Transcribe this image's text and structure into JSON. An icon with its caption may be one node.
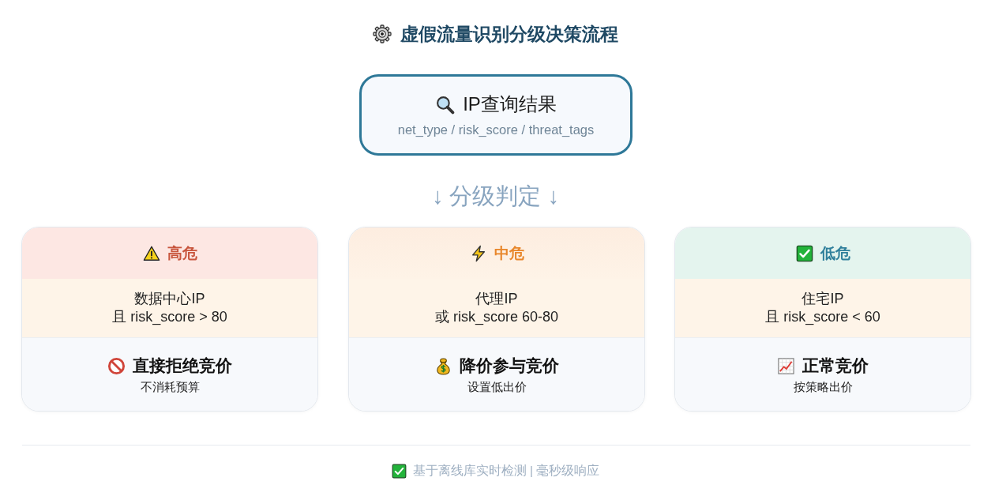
{
  "diagram": {
    "title": "虚假流量识别分级决策流程",
    "nodes": [
      {
        "text": [
          "IP查询结果",
          "net_type / risk_score / threat_tags"
        ]
      },
      {
        "text": [],
        "shape": "box"
      },
      {
        "text": [
          "高危"
        ],
        "in": 1
      },
      {
        "text": [
          "数据中心IP",
          "且 risk_score > 80"
        ],
        "in": 1
      },
      {
        "text": [
          "直接拒绝竞价",
          "不消耗预算"
        ],
        "in": 1
      },
      {
        "text": [],
        "shape": "box"
      },
      {
        "text": [
          "中危"
        ],
        "in": 5
      },
      {
        "text": [
          "代理IP",
          "或 risk_score 60-80"
        ],
        "in": 5
      },
      {
        "text": [
          "降价参与竞价",
          "设置低出价"
        ],
        "in": 5
      },
      {
        "text": [],
        "shape": "box"
      },
      {
        "text": [
          "低危"
        ],
        "in": 9
      },
      {
        "text": [
          "住宅IP",
          "且 risk_score < 60"
        ],
        "in": 9
      },
      {
        "text": [
          "正常竞价",
          "按策略出价"
        ],
        "in": 9
      }
    ],
    "labels": [
      "↓ 分级判定 ↓",
      "基于离线库实时检测 | 毫秒级响应"
    ]
  }
}
